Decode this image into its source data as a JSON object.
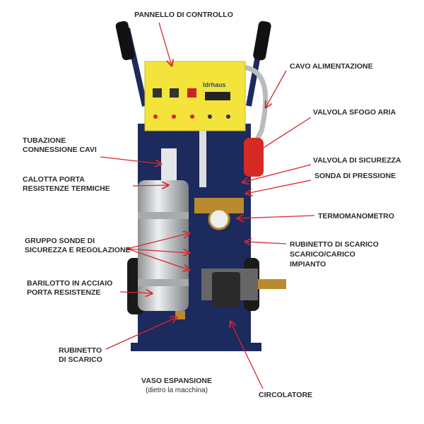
{
  "colors": {
    "arrow": "#d9262c",
    "panel": "#f3e33b",
    "frame": "#1c2a5e",
    "text": "#2b2b2b"
  },
  "panel": {
    "brand": "Idrhaus"
  },
  "labels": {
    "pannello": "PANNELLO DI CONTROLLO",
    "cavo": "CAVO ALIMENTAZIONE",
    "sfogo": "VALVOLA SFOGO ARIA",
    "tubazione": [
      "TUBAZIONE",
      "CONNESSIONE CAVI"
    ],
    "sicurezza": "VALVOLA DI SICUREZZA",
    "calotta": [
      "CALOTTA PORTA",
      "RESISTENZE TERMICHE"
    ],
    "sonda": "SONDA DI PRESSIONE",
    "termo": "TERMOMANOMETRO",
    "gruppo": [
      "GRUPPO SONDE DI",
      "SICUREZZA E REGOLAZIONE"
    ],
    "rubinetto_impianto": [
      "RUBINETTO DI SCARICO",
      "SCARICO/CARICO",
      "IMPIANTO"
    ],
    "barilotto": [
      "BARILOTTO IN ACCIAIO",
      "PORTA RESISTENZE"
    ],
    "rubinetto": [
      "RUBINETTO",
      "DI SCARICO"
    ],
    "vaso": [
      "VASO ESPANSIONE",
      "(dietro la macchina)"
    ],
    "circolatore": "CIRCOLATORE"
  }
}
